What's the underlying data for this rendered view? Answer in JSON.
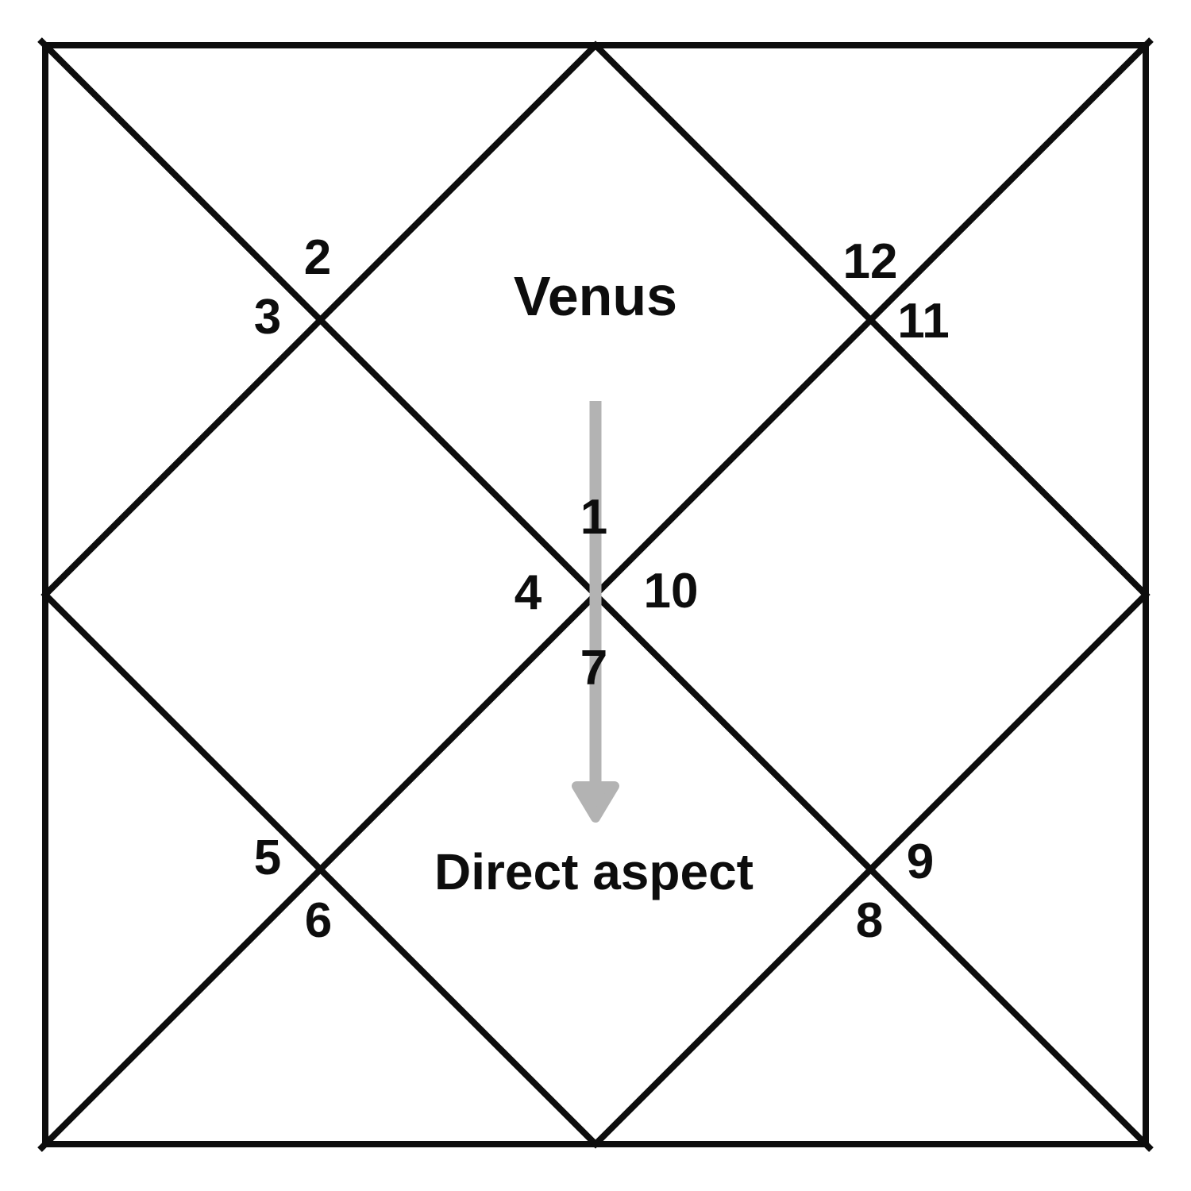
{
  "chart": {
    "type": "north-indian-astrology-chart",
    "planet_label": "Venus",
    "aspect_label": "Direct aspect",
    "houses": [
      {
        "label": "1"
      },
      {
        "label": "2"
      },
      {
        "label": "3"
      },
      {
        "label": "4"
      },
      {
        "label": "5"
      },
      {
        "label": "6"
      },
      {
        "label": "7"
      },
      {
        "label": "8"
      },
      {
        "label": "9"
      },
      {
        "label": "10"
      },
      {
        "label": "11"
      },
      {
        "label": "12"
      }
    ],
    "colors": {
      "line": "#0d0d0d",
      "text": "#0d0d0d",
      "arrow": "#b3b3b3",
      "background": "#ffffff"
    }
  }
}
